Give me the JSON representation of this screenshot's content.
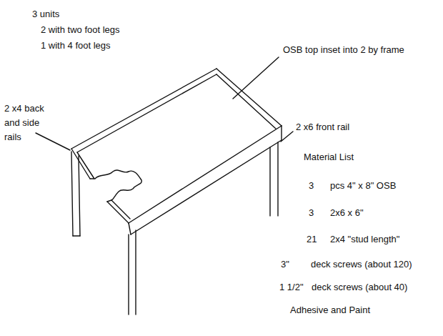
{
  "diagram": {
    "labels": [
      "3 units",
      "2 with two foot legs",
      "1 with 4 foot legs",
      "OSB top inset into 2 by frame",
      "2 x4 back and side rails",
      "2 x6 front rail",
      "Material List",
      "3",
      "pcs 4\" x 8\" OSB",
      "3",
      "2x6 x 6\"",
      "21",
      "2x4 \"stud length\"",
      "3\"",
      "deck screws (about 120)",
      "1 1/2\"",
      "deck screws (about 40)",
      "Adhesive and Paint"
    ]
  }
}
